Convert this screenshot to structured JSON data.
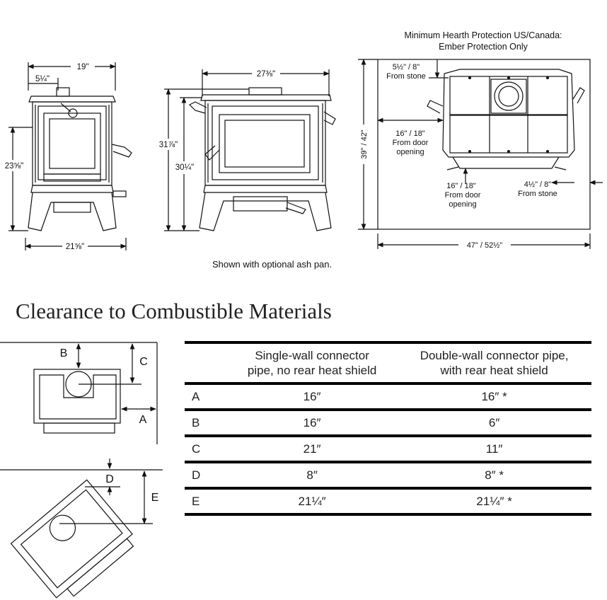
{
  "front_view": {
    "width_top": "19\"",
    "width_offset": "5¼\"",
    "height": "23⅝\"",
    "width_bottom": "21⅝\""
  },
  "side_view": {
    "depth": "27⅜\"",
    "height_total": "31⅞\"",
    "height_body": "30¼\""
  },
  "hearth_view": {
    "title_line1": "Minimum Hearth Protection US/Canada:",
    "title_line2": "Ember Protection Only",
    "rear_clearance_value": "5½\" / 8\"",
    "rear_clearance_label": "From stone",
    "side_door_value": "16\" / 18\"",
    "side_door_label_1": "From door",
    "side_door_label_2": "opening",
    "front_door_value": "16\" / 18\"",
    "front_door_label_1": "From door",
    "front_door_label_2": "opening",
    "side_stone_value": "4½\" / 8\"",
    "side_stone_label": "From stone",
    "depth": "39\" / 42\"",
    "width": "47\" / 52½\""
  },
  "caption": "Shown with optional ash pan.",
  "clearance": {
    "heading": "Clearance to Combustible Materials",
    "diagram_letters": [
      "B",
      "C",
      "A",
      "D",
      "E"
    ],
    "columns": [
      "Single-wall connector pipe, no rear heat shield",
      "Double-wall connector pipe, with rear heat shield"
    ],
    "column_lines": [
      [
        "Single-wall connector",
        "pipe, no rear heat shield"
      ],
      [
        "Double-wall connector pipe,",
        "with rear heat shield"
      ]
    ],
    "rows": [
      {
        "label": "A",
        "single": "16″",
        "double": "16″ *"
      },
      {
        "label": "B",
        "single": "16″",
        "double": "6″"
      },
      {
        "label": "C",
        "single": "21″",
        "double": "11″"
      },
      {
        "label": "D",
        "single": "8″",
        "double": "8″ *"
      },
      {
        "label": "E",
        "single": "21¼″",
        "double": "21¼″ *"
      }
    ]
  }
}
